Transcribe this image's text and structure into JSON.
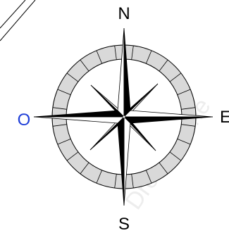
{
  "compass": {
    "north_label": "N",
    "east_label": "E",
    "west_label": "O",
    "south_label": "S",
    "colors": {
      "stroke": "#000000",
      "ring_fill": "#d9d9d9",
      "west_label_color": "#1f3fd8",
      "default_label_color": "#000000",
      "watermark_color": "#e6e6e6"
    }
  },
  "watermark": {
    "text": "Dreamstime"
  }
}
